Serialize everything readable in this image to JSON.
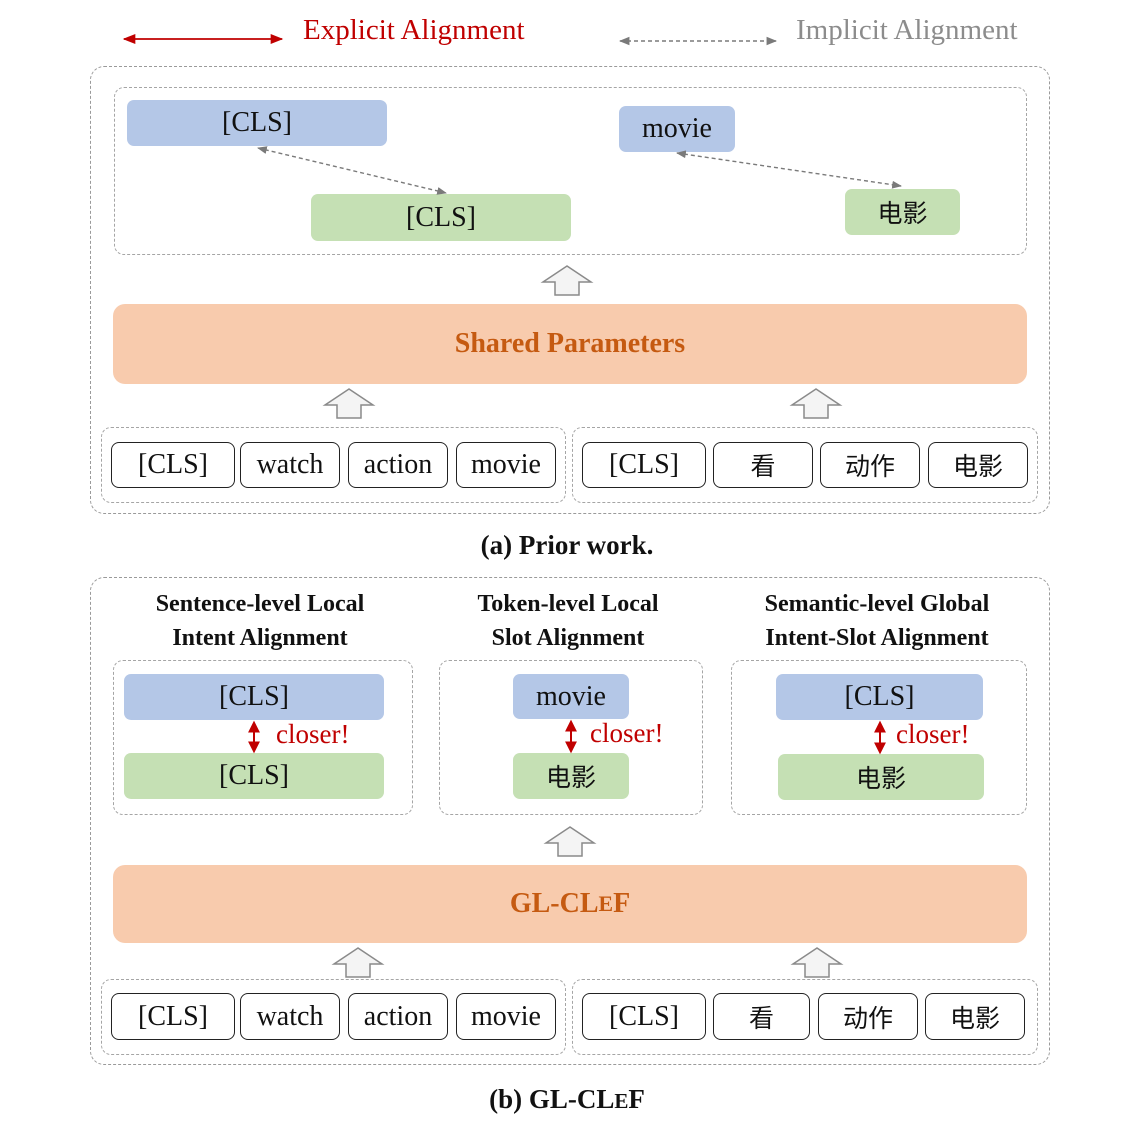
{
  "legend": {
    "explicit_label": "Explicit Alignment",
    "implicit_label": "Implicit Alignment",
    "explicit_color": "#c00000",
    "implicit_color": "#8c8c8c"
  },
  "panel_a": {
    "top": {
      "cls_en": "[CLS]",
      "movie_en": "movie",
      "cls_zh": "[CLS]",
      "movie_zh": "电影"
    },
    "encoder_label": "Shared Parameters",
    "english_tokens": [
      "[CLS]",
      "watch",
      "action",
      "movie"
    ],
    "chinese_tokens": [
      "[CLS]",
      "看",
      "动作",
      "电影"
    ],
    "caption": "(a) Prior work."
  },
  "panel_b": {
    "sections": [
      {
        "title_line1": "Sentence-level Local",
        "title_line2": "Intent Alignment",
        "top": "[CLS]",
        "bottom": "[CLS]",
        "note": "closer!"
      },
      {
        "title_line1": "Token-level Local",
        "title_line2": "Slot Alignment",
        "top": "movie",
        "bottom": "电影",
        "note": "closer!"
      },
      {
        "title_line1": "Semantic-level Global",
        "title_line2": "Intent-Slot Alignment",
        "top": "[CLS]",
        "bottom": "电影",
        "note": "closer!"
      }
    ],
    "encoder_label": {
      "prefix": "GL-CL",
      "small": "E",
      "suffix": "F"
    },
    "english_tokens": [
      "[CLS]",
      "watch",
      "action",
      "movie"
    ],
    "chinese_tokens": [
      "[CLS]",
      "看",
      "动作",
      "电影"
    ],
    "caption": {
      "prefix": "(b) GL-CL",
      "small": "E",
      "suffix": "F"
    }
  },
  "colors": {
    "english_box": "#b4c7e7",
    "chinese_box": "#c5e0b4",
    "encoder_box": "#f8cbad",
    "encoder_text": "#c55a11"
  }
}
